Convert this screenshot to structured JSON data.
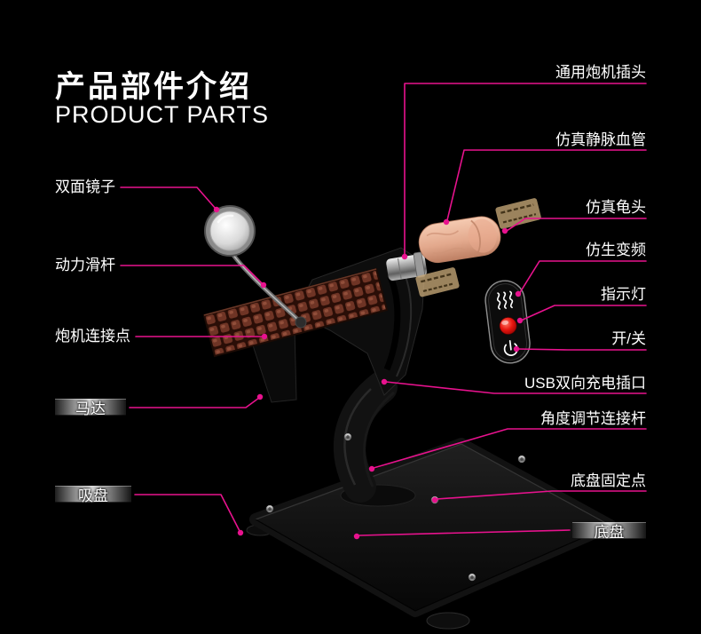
{
  "title": {
    "cn": "产品部件介绍",
    "en": "PRODUCT PARTS"
  },
  "colors": {
    "background": "#000000",
    "accent": "#e8128e",
    "bar_metal": "#9c9c9c"
  },
  "labels": {
    "left": [
      {
        "text": "双面镜子"
      },
      {
        "text": "动力滑杆"
      },
      {
        "text": "炮机连接点"
      },
      {
        "text": "马达"
      },
      {
        "text": "吸盘"
      }
    ],
    "right": [
      {
        "text": "通用炮机插头"
      },
      {
        "text": "仿真静脉血管"
      },
      {
        "text": "仿真龟头"
      },
      {
        "text": "仿生变频"
      },
      {
        "text": "指示灯"
      },
      {
        "text": "开/关"
      },
      {
        "text": "USB双向充电插口"
      },
      {
        "text": "角度调节连接杆"
      },
      {
        "text": "底盘固定点"
      },
      {
        "text": "底盘"
      }
    ]
  },
  "icons": [
    {
      "name": "wave-icon"
    },
    {
      "name": "red-indicator-button"
    },
    {
      "name": "power-icon"
    }
  ]
}
